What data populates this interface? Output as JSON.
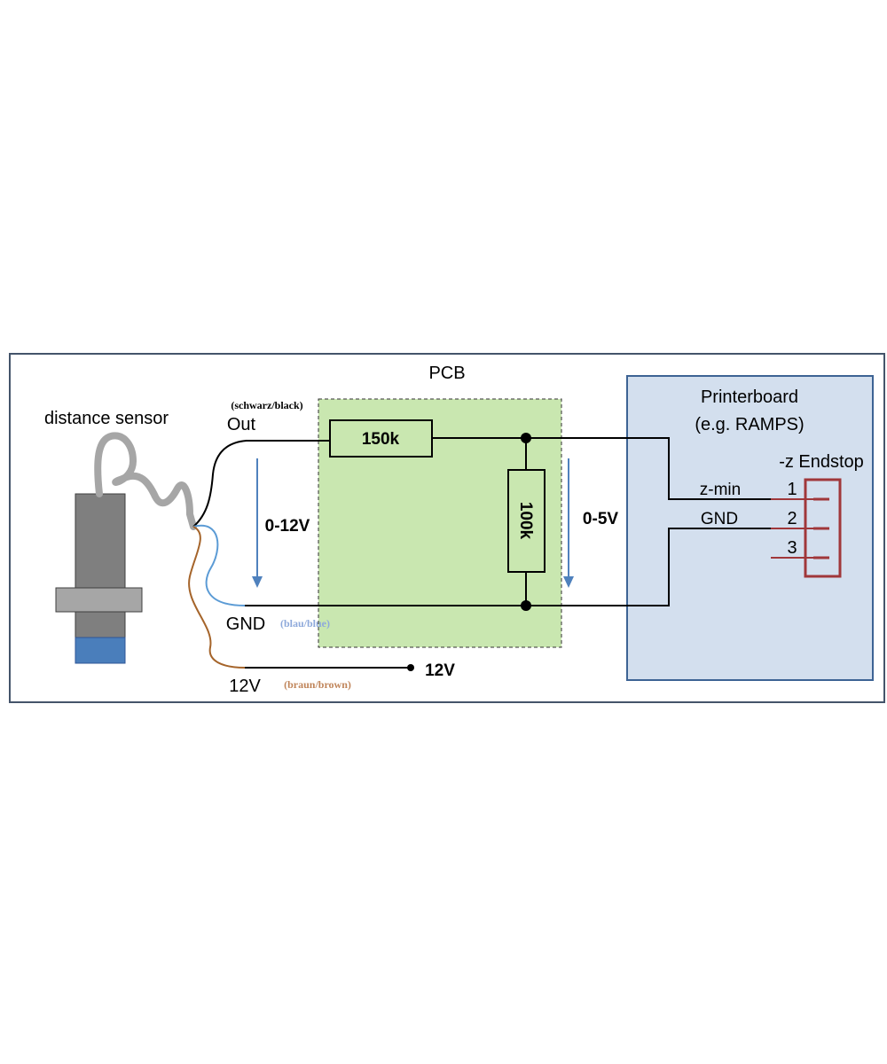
{
  "labels": {
    "pcb": "PCB",
    "printerboard_line1": "Printerboard",
    "printerboard_line2": "(e.g. RAMPS)",
    "endstop": "-z Endstop",
    "sensor": "distance sensor",
    "out": "Out",
    "black_wire": "(schwarz/black)",
    "gnd_sensor": "GND",
    "blue_wire": "(blau/blue)",
    "v12_sensor": "12V",
    "brown_wire": "(braun/brown)",
    "v12_supply": "12V",
    "v_in": "0-12V",
    "v_out": "0-5V",
    "r1": "150k",
    "r2": "100k",
    "zmin": "z-min",
    "gnd_board": "GND",
    "pin1": "1",
    "pin2": "2",
    "pin3": "3"
  },
  "colors": {
    "frame": "#44546a",
    "pcb_fill": "#c9e7b0",
    "board_fill": "#d3dfee",
    "board_border": "#3d6394",
    "arrow": "#4f81bd",
    "sensor_body": "#7f7f7f",
    "sensor_ring": "#a6a6a6",
    "sensor_tip": "#4a7ebb",
    "cable": "#a6a6a6",
    "wire_black": "#000000",
    "wire_blue": "#5b9bd5",
    "wire_brown": "#a5642a",
    "blue_label": "#8ea9db",
    "brown_label": "#c0855a",
    "connector": "#a0373a"
  }
}
